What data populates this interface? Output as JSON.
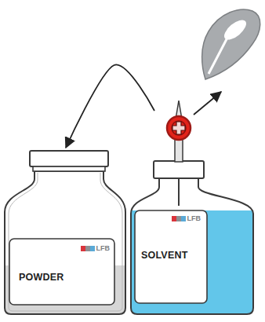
{
  "diagram": {
    "nodes": [
      {
        "text": [
          "LFB",
          "POWDER"
        ]
      },
      {
        "text": [
          "LFB",
          "SOLVENT"
        ]
      }
    ],
    "edges": [
      {
        "from": 1,
        "to": 0,
        "arrow": "to"
      }
    ]
  }
}
